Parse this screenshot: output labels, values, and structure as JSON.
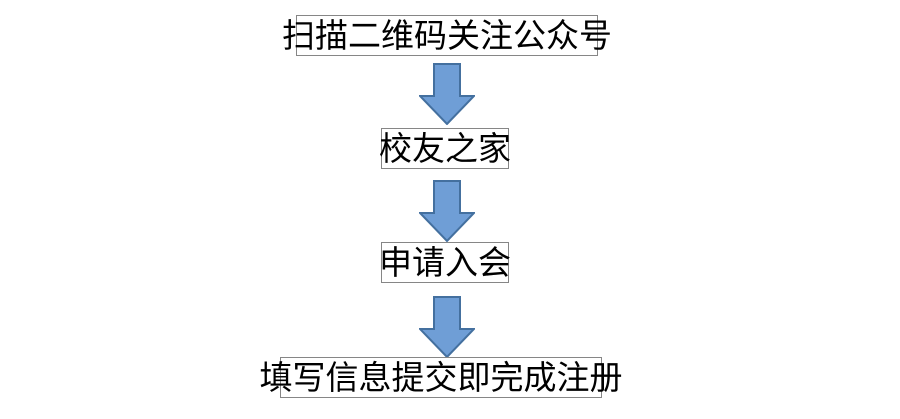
{
  "diagram": {
    "title": "",
    "background_color": "#ffffff",
    "orientation": "vertical-top-to-bottom",
    "node_border_color": "#868686",
    "node_fill_color": "#ffffff",
    "node_text_color": "#000000",
    "arrow_fill_color": "#6f9ed6",
    "arrow_border_color": "#44709f",
    "nodes": [
      {
        "id": "step-1",
        "label": "扫描二维码关注公众号"
      },
      {
        "id": "step-2",
        "label": "校友之家"
      },
      {
        "id": "step-3",
        "label": "申请入会"
      },
      {
        "id": "step-4",
        "label": "填写信息提交即完成注册"
      }
    ],
    "connectors": [
      {
        "id": "arrow-1",
        "icon": "arrow-down-icon",
        "from": "step-1",
        "to": "step-2"
      },
      {
        "id": "arrow-2",
        "icon": "arrow-down-icon",
        "from": "step-2",
        "to": "step-3"
      },
      {
        "id": "arrow-3",
        "icon": "arrow-down-icon",
        "from": "step-3",
        "to": "step-4"
      }
    ]
  }
}
